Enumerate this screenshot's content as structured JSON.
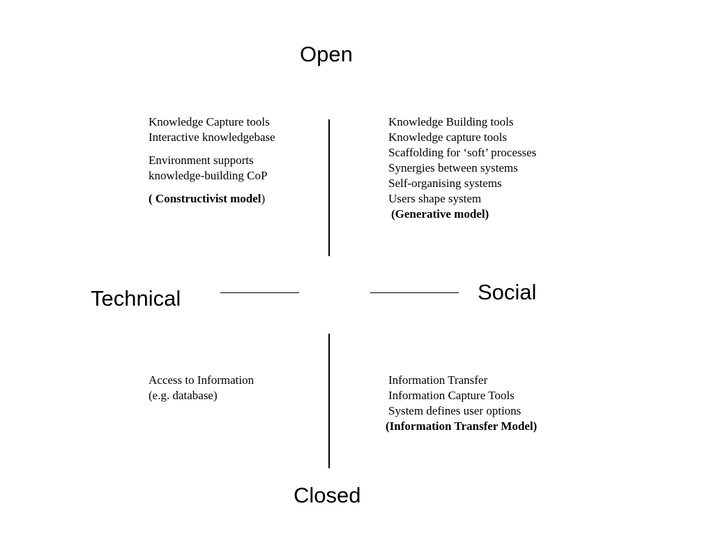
{
  "axes": {
    "top": "Open",
    "bottom": "Closed",
    "left": "Technical",
    "right": "Social"
  },
  "quadrants": {
    "top_left": {
      "lines": [
        "Knowledge Capture tools",
        "Interactive knowledgebase"
      ],
      "lines2": [
        "Environment supports",
        "knowledge-building CoP"
      ],
      "model_open": "( ",
      "model_name": "Constructivist model",
      "model_close": ")"
    },
    "top_right": {
      "lines": [
        "Knowledge Building tools",
        "Knowledge capture tools",
        "Scaffolding for ‘soft’ processes",
        "Synergies between systems",
        "Self-organising systems",
        "Users shape system"
      ],
      "model": "(Generative model)"
    },
    "bottom_left": {
      "lines": [
        "Access to Information",
        "(e.g. database)"
      ]
    },
    "bottom_right": {
      "lines": [
        "Information Transfer",
        "Information Capture Tools",
        "System defines user options"
      ],
      "model": "(Information Transfer Model)"
    }
  }
}
